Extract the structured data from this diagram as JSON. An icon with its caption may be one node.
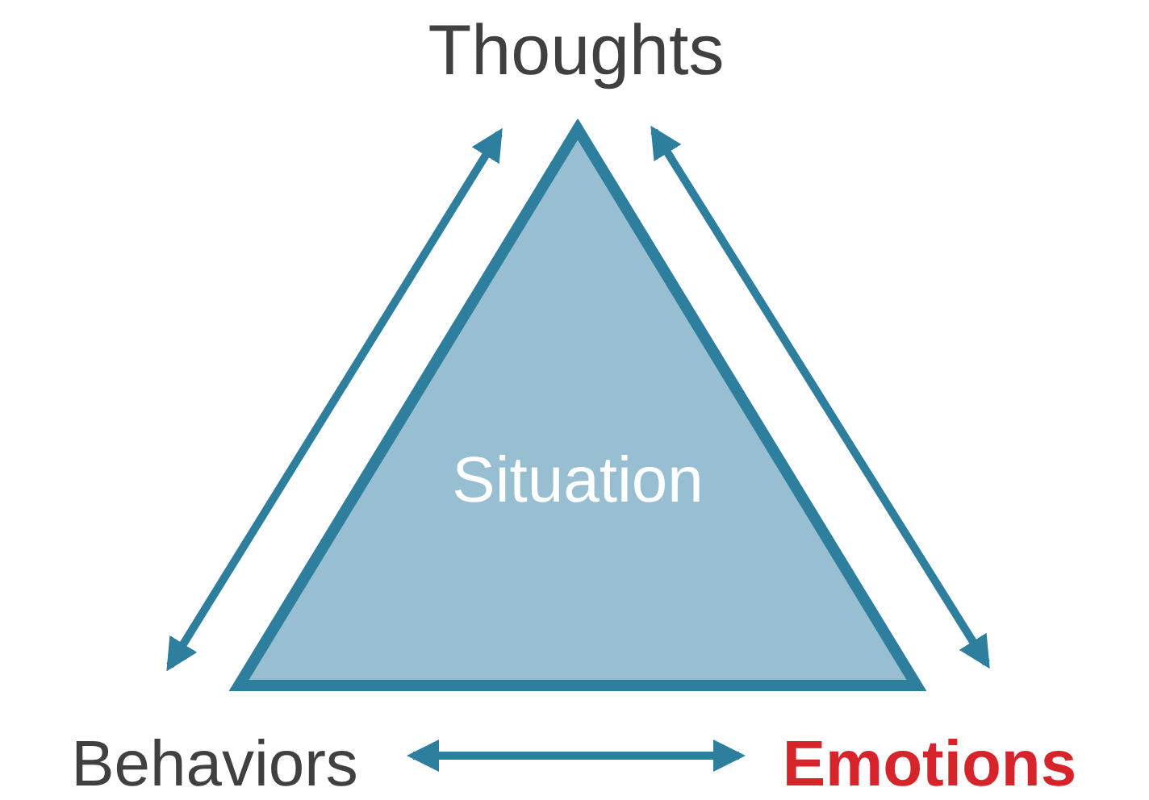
{
  "diagram": {
    "nodes": [
      {
        "text": [
          "Thoughts"
        ]
      },
      {
        "text": [
          "Behaviors"
        ]
      },
      {
        "text": [
          "Emotions"
        ]
      },
      {
        "text": [
          "Situation"
        ]
      }
    ],
    "edges": [
      {
        "from": 0,
        "to": 1,
        "arrow": "both"
      },
      {
        "from": 0,
        "to": 2,
        "arrow": "both"
      },
      {
        "from": 1,
        "to": 2,
        "arrow": "both"
      }
    ]
  }
}
